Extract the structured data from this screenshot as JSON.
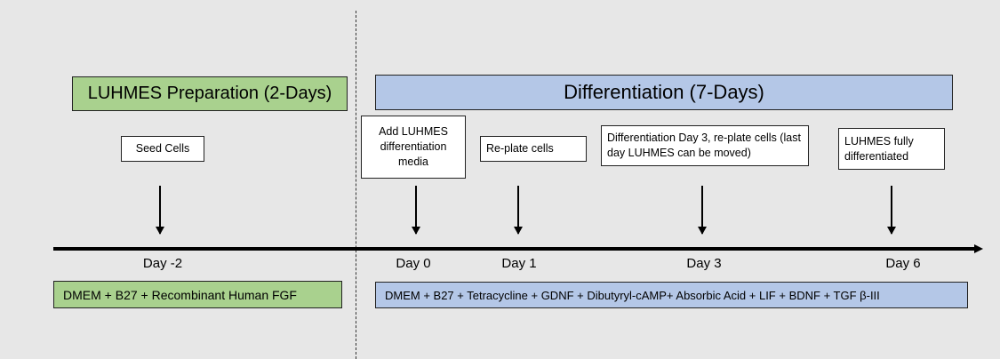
{
  "phases": {
    "preparation": "LUHMES Preparation (2-Days)",
    "differentiation": "Differentiation (7-Days)"
  },
  "events": [
    "Seed Cells",
    "Add LUHMES differentiation media",
    "Re-plate cells",
    "Differentiation Day 3, re-plate cells (last day LUHMES can be moved)",
    "LUHMES fully differentiated"
  ],
  "days": [
    "Day -2",
    "Day 0",
    "Day 1",
    "Day 3",
    "Day 6"
  ],
  "media": {
    "preparation": "DMEM + B27 + Recombinant Human FGF",
    "differentiation": "DMEM + B27 + Tetracycline + GDNF + Dibutyryl-cAMP+ Absorbic Acid + LIF + BDNF + TGF β-III"
  },
  "colors": {
    "background": "#e7e7e7",
    "preparation": "#a9d18e",
    "differentiation": "#b4c7e7"
  }
}
